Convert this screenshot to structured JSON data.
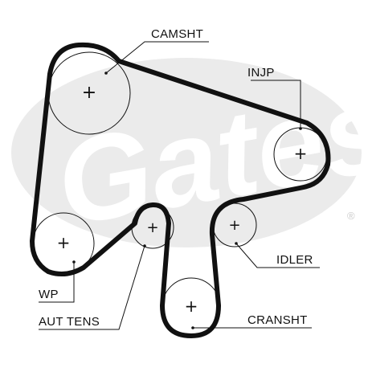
{
  "watermark": {
    "brand": "Gates",
    "registered_mark": "®",
    "color": "#ebebeb"
  },
  "belt_color": "#111111",
  "labels": {
    "camshaft": "CAMSHT",
    "injection_pump": "INJP",
    "idler": "IDLER",
    "crankshaft": "CRANSHT",
    "auto_tensioner": "AUT TENS",
    "water_pump": "WP"
  },
  "pulley_center_glyph": "+"
}
